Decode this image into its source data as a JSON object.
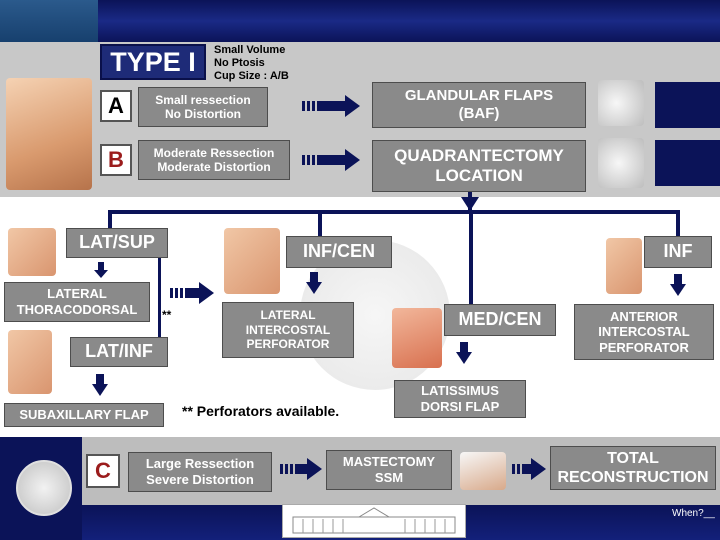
{
  "type_label": "TYPE I",
  "type_criteria": [
    "Small Volume",
    "No Ptosis",
    "Cup Size : A/B"
  ],
  "rows": {
    "a": {
      "letter": "A",
      "condition": "Small ressection\nNo Distortion",
      "result": "GLANDULAR FLAPS\n(BAF)"
    },
    "b": {
      "letter": "B",
      "condition": "Moderate Ressection\nModerate Distortion",
      "result": "QUADRANTECTOMY\nLOCATION"
    },
    "c": {
      "letter": "C",
      "condition": "Large Ressection\nSevere Distortion",
      "mid": "MASTECTOMY\nSSM",
      "result": "TOTAL\nRECONSTRUCTION"
    }
  },
  "locations": {
    "lat_sup": {
      "label": "LAT/SUP",
      "flap": "LATERAL\nTHORACODORSAL"
    },
    "lat_inf": {
      "label": "LAT/INF",
      "flap": "SUBAXILLARY FLAP"
    },
    "inf_cen": {
      "label": "INF/CEN",
      "flap": "LATERAL\nINTERCOSTAL\nPERFORATOR"
    },
    "med_cen": {
      "label": "MED/CEN",
      "flap": "LATISSIMUS\nDORSI FLAP"
    },
    "inf": {
      "label": "INF",
      "flap": "ANTERIOR\nINTERCOSTAL\nPERFORATOR"
    }
  },
  "asterisk": "**",
  "footnote": "** Perforators available.",
  "footer_text": "When?__",
  "colors": {
    "navy": "#0b1358",
    "box_gray": "#8a8a8a",
    "box_navy": "#1e2b78",
    "letter_red": "#9b1c1c"
  }
}
